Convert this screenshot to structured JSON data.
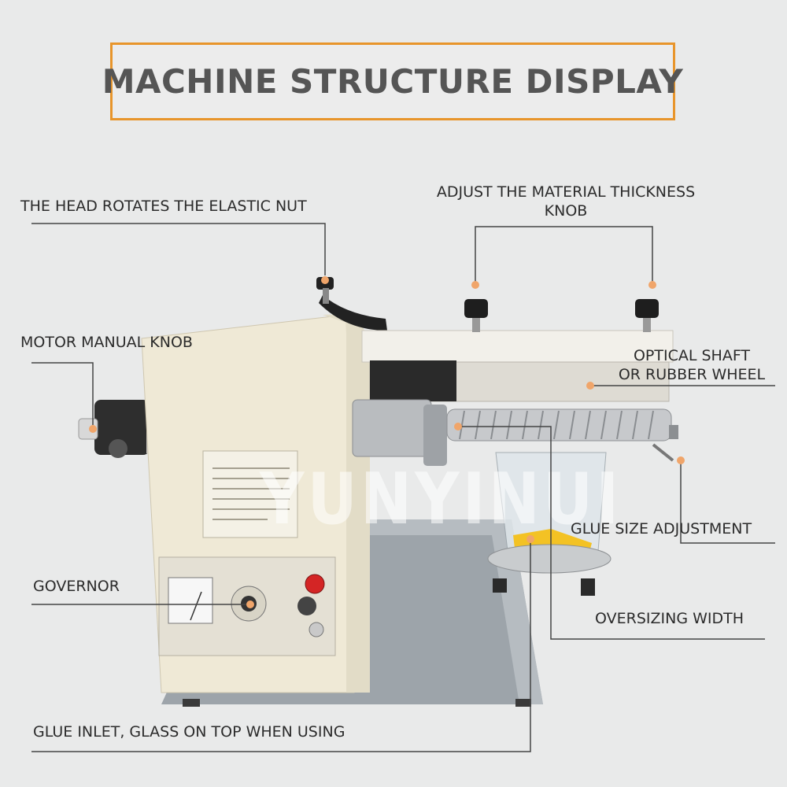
{
  "title": "MACHINE STRUCTURE DISPLAY",
  "watermark": "YUNYINUI",
  "callouts": {
    "head_nut": "THE HEAD ROTATES THE ELASTIC NUT",
    "thickness_knob_line1": "ADJUST THE MATERIAL THICKNESS",
    "thickness_knob_line2": "KNOB",
    "motor_knob": "MOTOR MANUAL KNOB",
    "optical_shaft_line1": "OPTICAL SHAFT",
    "optical_shaft_line2": "OR RUBBER WHEEL",
    "glue_size": "GLUE SIZE ADJUSTMENT",
    "governor": "GOVERNOR",
    "oversizing": "OVERSIZING WIDTH",
    "glue_inlet": "GLUE INLET, GLASS ON TOP WHEN USING"
  },
  "colors": {
    "title_border": "#e8952b",
    "machine_body": "#efe9d6",
    "pointer_dot": "#f0a56a",
    "leader_line": "#444444"
  }
}
